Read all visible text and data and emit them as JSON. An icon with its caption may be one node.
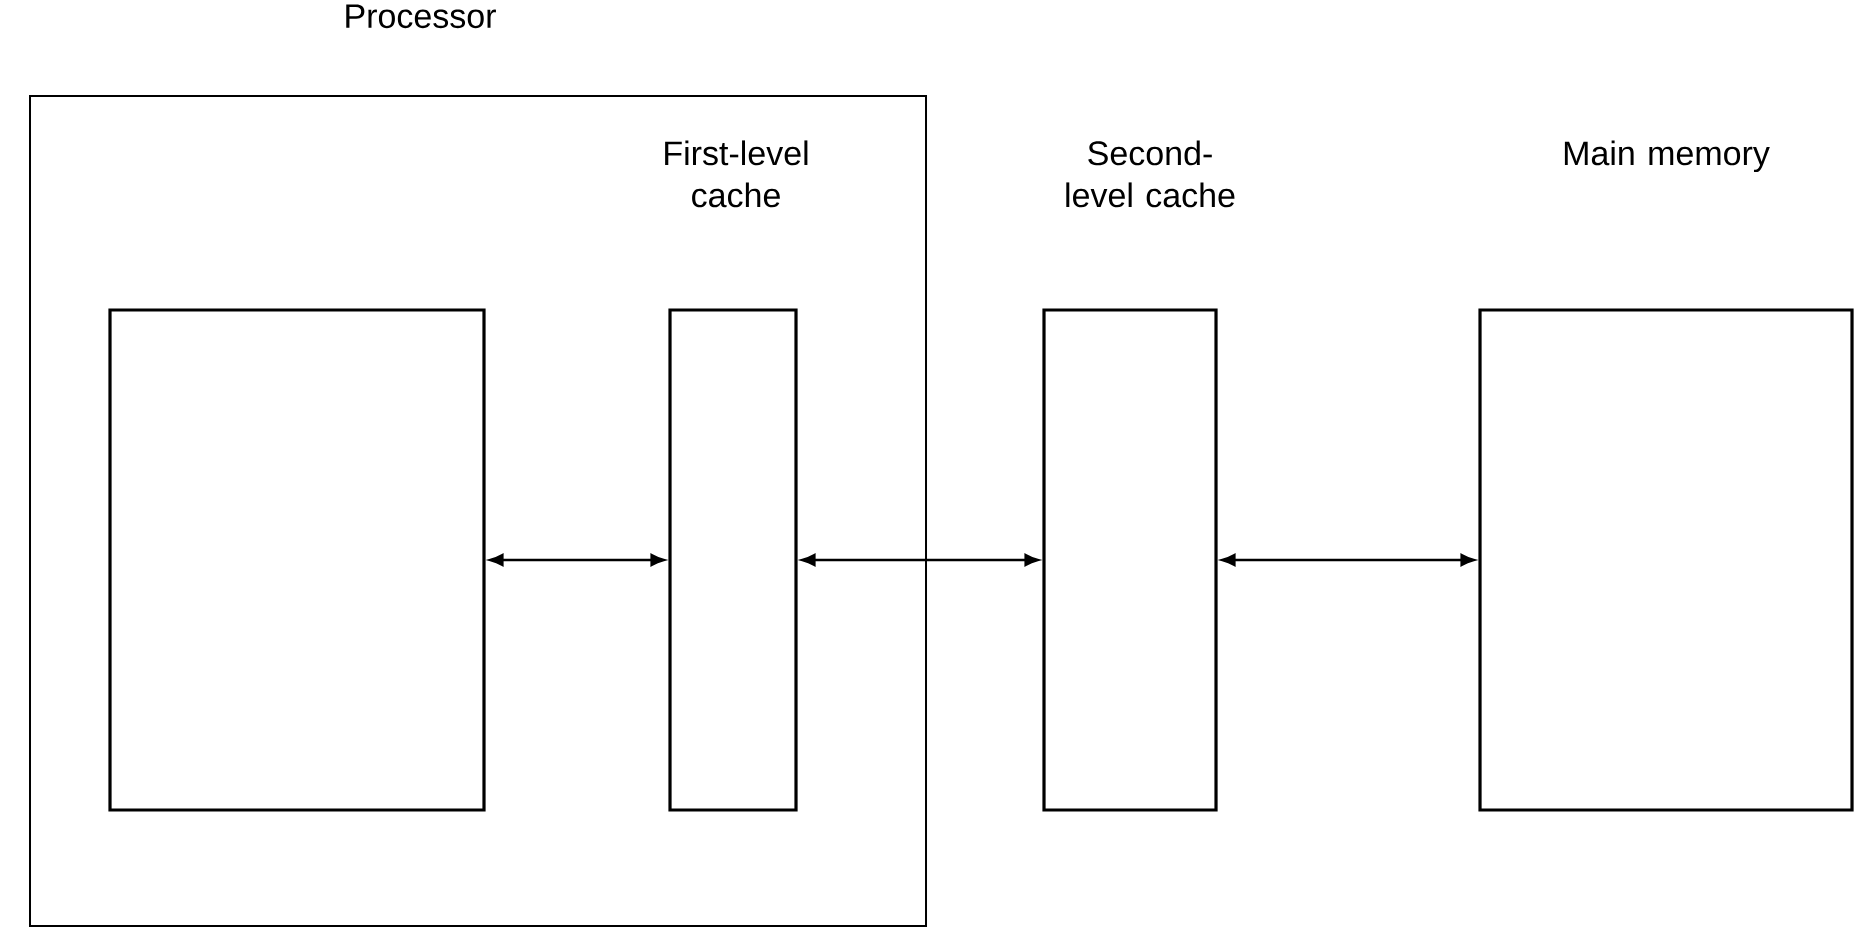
{
  "diagram": {
    "nodes": [
      {
        "text": [
          "Processor"
        ]
      },
      {
        "text": [],
        "shape": "box",
        "in": 0
      },
      {
        "text": [
          "First-level cache"
        ],
        "in": 0
      },
      {
        "text": [
          "Second-level cache"
        ]
      },
      {
        "text": [
          "Main memory"
        ]
      }
    ],
    "edges": [
      {
        "from": 1,
        "to": 2,
        "arrow": "both"
      },
      {
        "from": 2,
        "to": 3,
        "arrow": "both"
      },
      {
        "from": 3,
        "to": 4,
        "arrow": "both"
      }
    ]
  }
}
